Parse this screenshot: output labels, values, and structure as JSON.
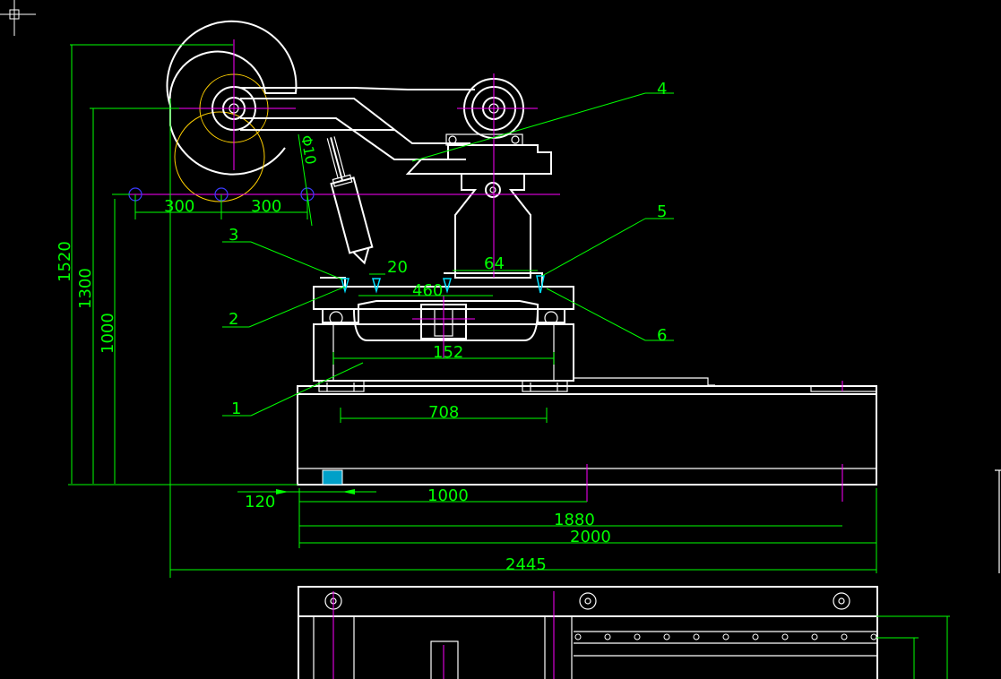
{
  "canvas": {
    "background": "#000000",
    "colors": {
      "outline": "#ffffff",
      "dimension": "#00ff00",
      "centerline": "#ff00ff",
      "circle": "#ffd000",
      "marker": "#3a3aff",
      "part": "#00e0ff"
    }
  },
  "cursor": {
    "icon": "crosshair-cursor-icon"
  },
  "dimensions": {
    "height_1520": "1520",
    "height_1300": "1300",
    "height_1000": "1000",
    "span_300_left": "300",
    "span_300_right": "300",
    "dia_10": "Φ10",
    "gap_20": "20",
    "width_64": "64",
    "width_460": "460",
    "width_152": "152",
    "width_708": "708",
    "offset_120": "120",
    "len_1000": "1000",
    "len_1880": "1880",
    "len_2000": "2000",
    "len_2445": "2445"
  },
  "callouts": {
    "c1": "1",
    "c2": "2",
    "c3": "3",
    "c4": "4",
    "c5": "5",
    "c6": "6"
  }
}
